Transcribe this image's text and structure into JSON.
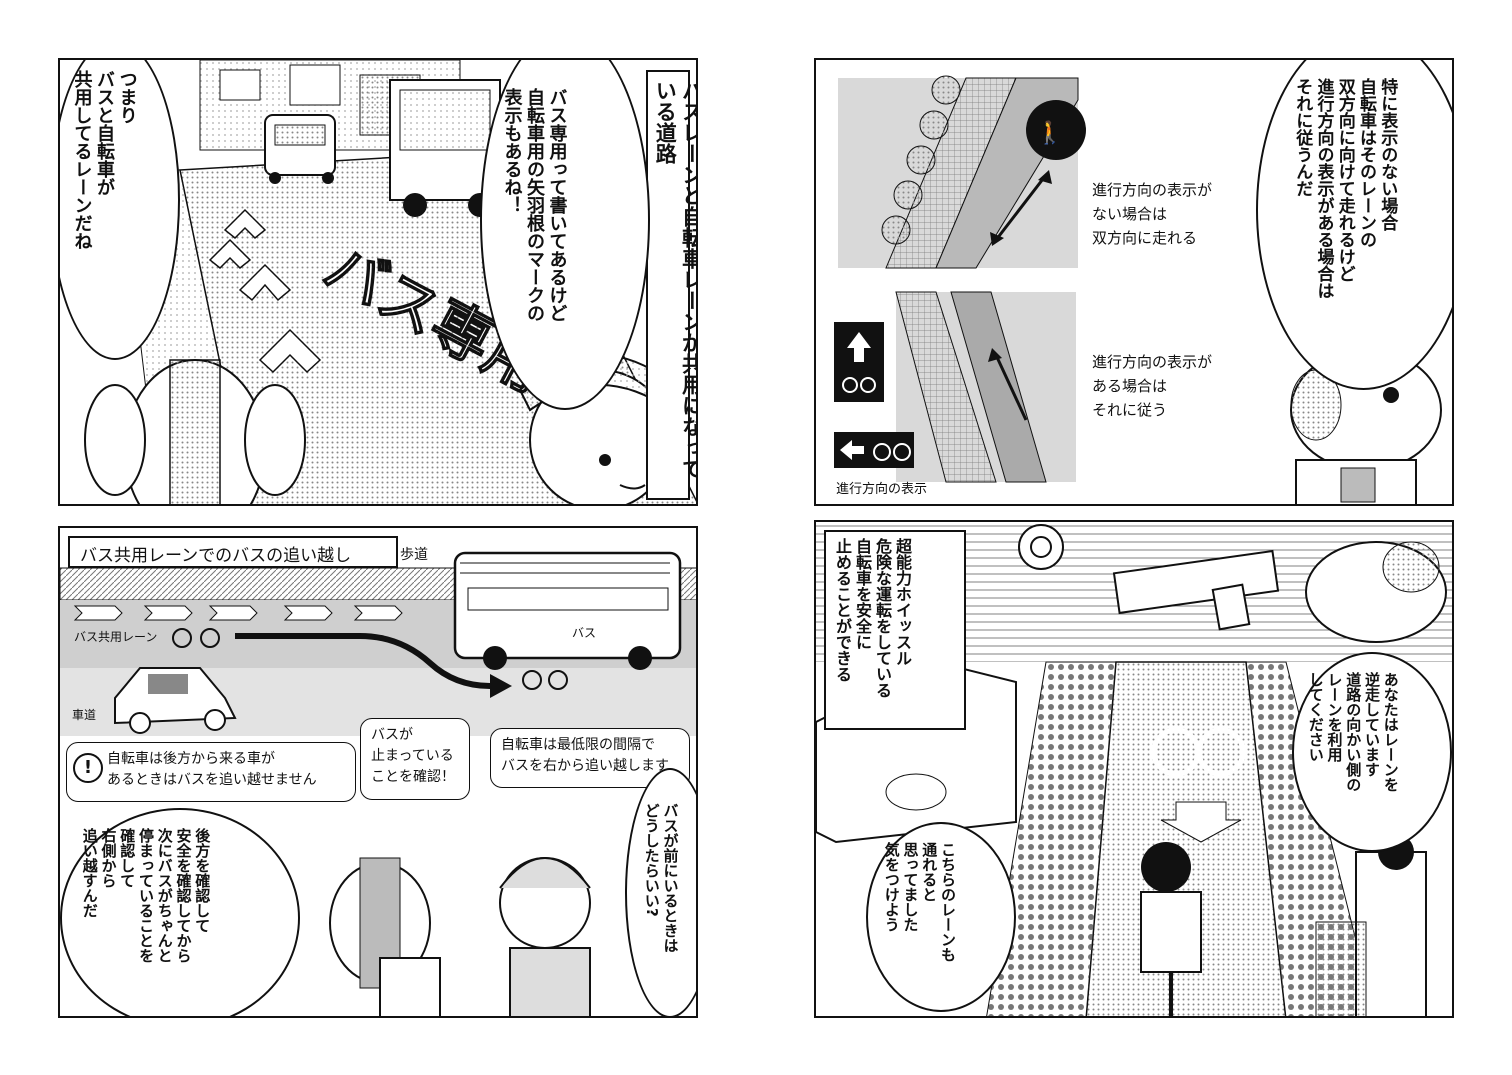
{
  "p1": {
    "caption": "バスレーンと自転車レーンが共用になっている道路",
    "bubble_boy": "バス専用って書いてあるけど\n自転車用の矢羽根のマークの\n表示もあるね！",
    "bubble_dog": "つまり\nバスと自転車が\n共用してるレーンだね",
    "road_marking": "バス専用"
  },
  "p2": {
    "bubble_dog": "特に表示のない場合\n自転車はそのレーンの\n双方向に向けて走れるけど\n進行方向の表示がある場合は\nそれに従うんだ",
    "label_no_sign": "進行方向の表示が\nない場合は\n双方向に走れる",
    "label_sign": "進行方向の表示が\nある場合は\nそれに従う",
    "label_direction_sign": "進行方向の表示"
  },
  "p3": {
    "title": "バス共用レーンでのバスの追い越し",
    "sidewalk": "歩道",
    "lane_label": "バス共用レーン",
    "bus_label": "バス",
    "road_label": "車道",
    "warning": "自転車は後方から来る車が\nあるときはバスを追い越せません",
    "note_bus_stopped": "バスが\n止まっている\nことを確認！",
    "note_overtake": "自転車は最低限の間隔で\nバスを右から追い越します",
    "bubble_boy": "バスが前にいるときは\nどうしたらいい?",
    "bubble_dog": "後方を確認して\n安全を確認してから\n次にバスがちゃんと\n停まっていることを\n確認して\n右側から\n追い越すんだ"
  },
  "p4": {
    "caption": "超能力ホイッスル\n危険な運転をしている\n自転車を安全に\n止めることができる",
    "bubble_dog": "あなたはレーンを\n逆走しています\n道路の向かい側の\nレーンを利用\nしてください",
    "bubble_boy": "こちらのレーンも\n通れると\n思ってました\n気をつけよう"
  },
  "colors": {
    "ink": "#111111",
    "tone": "#9a9a9a",
    "light_tone": "#d9d9d9",
    "lane_gray": "#cfcfcf"
  },
  "icons": [
    "bicycle-icon",
    "pedestrian-icon",
    "up-arrow-icon",
    "left-arrow-icon",
    "exclamation-icon",
    "bus-icon",
    "car-icon",
    "whistle-icon"
  ]
}
